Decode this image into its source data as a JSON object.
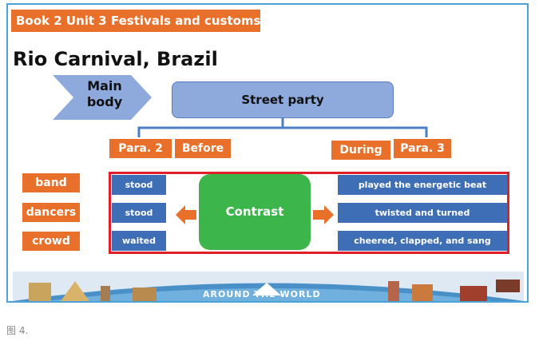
{
  "header": {
    "tab_label": "Book 2 Unit 3   Festivals and customs"
  },
  "title": "Rio Carnival, Brazil",
  "chevron": {
    "label": "Main body"
  },
  "street_party": "Street party",
  "labels": {
    "para2": "Para. 2",
    "before": "Before",
    "during": "During",
    "para3": "Para. 3"
  },
  "subjects": [
    "band",
    "dancers",
    "crowd"
  ],
  "before_actions": [
    "stood",
    "stood",
    "waited"
  ],
  "contrast_label": "Contrast",
  "during_actions": [
    "played the energetic beat",
    "twisted and turned",
    "cheered, clapped, and sang"
  ],
  "banner": {
    "text": "AROUND THE WORLD"
  },
  "caption": "图 4.",
  "colors": {
    "orange": "#e8702a",
    "blue": "#3e6eb5",
    "green": "#3cb54a",
    "red": "#e01f2b",
    "frame": "#4aa3d8"
  }
}
